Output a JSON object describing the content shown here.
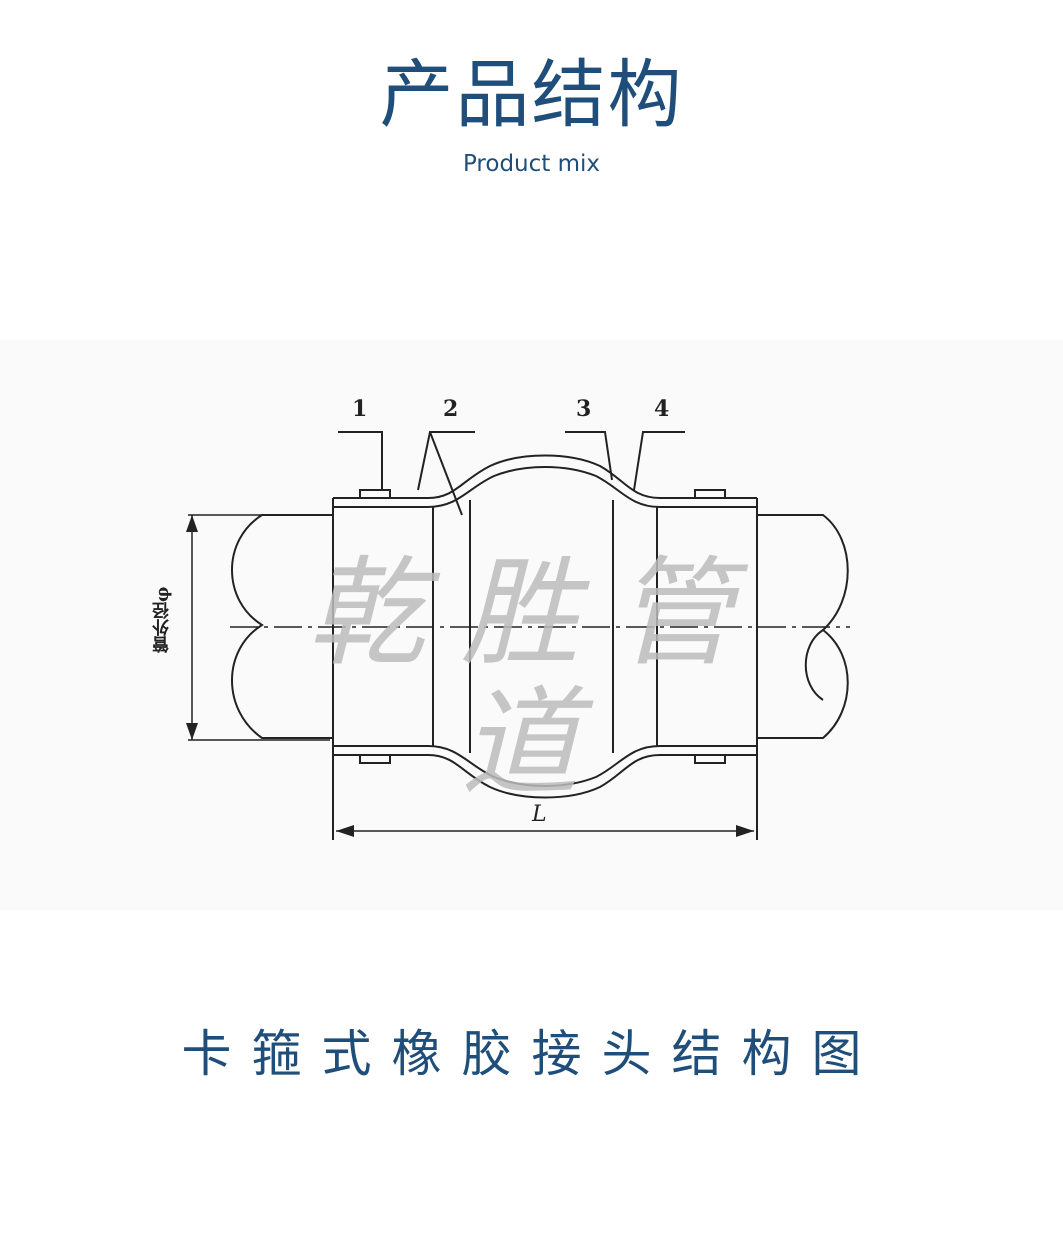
{
  "header": {
    "title": "产品结构",
    "subtitle": "Product mix"
  },
  "diagram": {
    "callouts": [
      "1",
      "2",
      "3",
      "4"
    ],
    "dimension_length_label": "L",
    "dimension_diameter_label": "管外径φ",
    "watermark": "乾胜管道"
  },
  "caption": "卡箍式橡胶接头结构图",
  "colors": {
    "heading": "#1f4e7a",
    "line": "#222222",
    "watermark": "#bcbcbc"
  }
}
